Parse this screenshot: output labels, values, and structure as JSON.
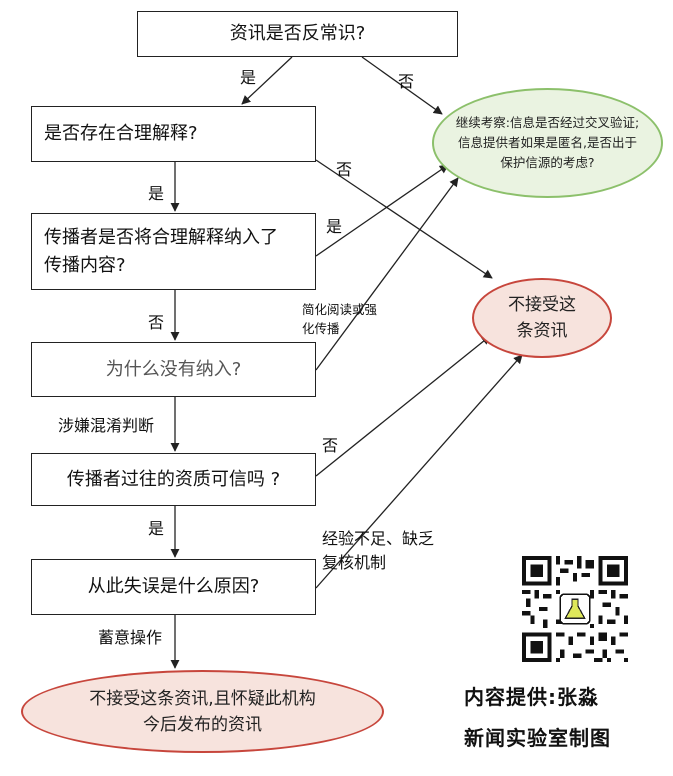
{
  "nodes": {
    "q1": "资讯是否反常识?",
    "q2": "是否存在合理解释?",
    "q3": "传播者是否将合理解释纳入了传播内容?",
    "q4": "为什么没有纳入?",
    "q5": "传播者过往的资质可信吗 ?",
    "q6": "从此失误是什么原因?",
    "continue_check": "继续考察:信息是否经过交叉验证;信息提供者如果是匿名,是否出于保护信源的考虑?",
    "reject": "不接受这条资讯",
    "reject_and_doubt": "不接受这条资讯,且怀疑此机构今后发布的资讯"
  },
  "edge_labels": {
    "q1_yes": "是",
    "q1_no": "否",
    "q2_yes": "是",
    "q2_no": "否",
    "q3_yes": "是",
    "q3_no": "否",
    "q4_simplify": "简化阅读或强化传播",
    "q4_suspect": "涉嫌混淆判断",
    "q5_yes": "是",
    "q5_no": "否",
    "q6_lack": "经验不足、缺乏复核机制",
    "q6_intent": "蓄意操作"
  },
  "credits": {
    "line1": "内容提供:张淼",
    "line2": "新闻实验室制图"
  },
  "colors": {
    "box_border": "#222222",
    "green_fill": "#eaf3e1",
    "green_border": "#8cc06b",
    "red_fill": "#f7e3dd",
    "red_border": "#c7463c",
    "arrow": "#222222"
  },
  "icons": {
    "qr": "qr-code-with-flask-logo"
  }
}
